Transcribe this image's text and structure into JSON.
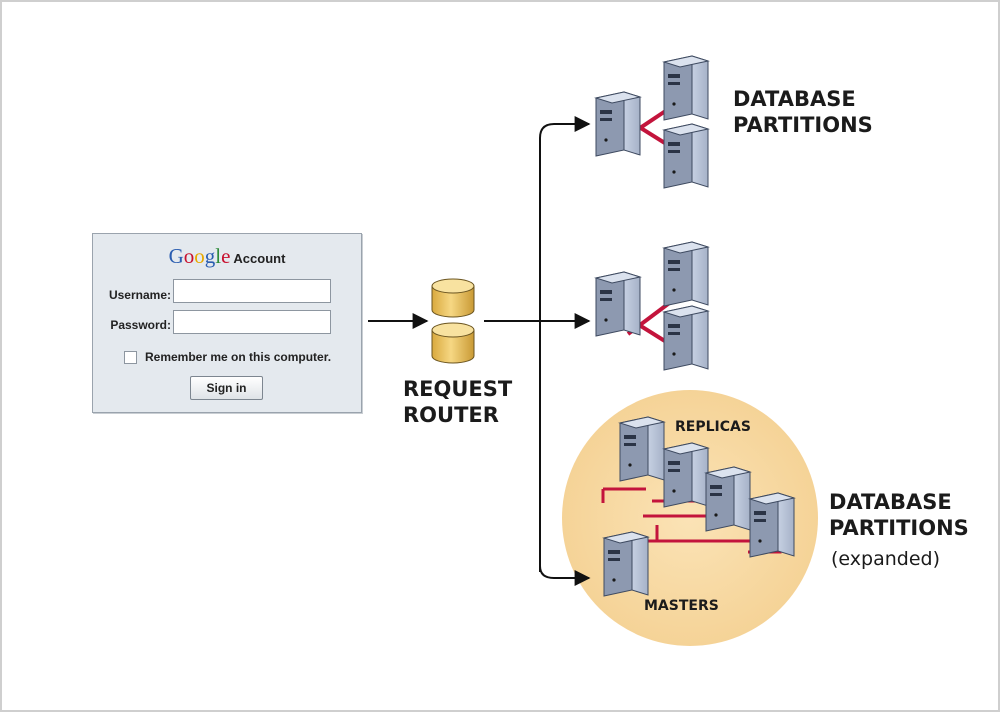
{
  "login": {
    "brand": "Google",
    "brand_suffix": "Account",
    "username_label": "Username:",
    "password_label": "Password:",
    "remember_label": "Remember me on this computer.",
    "signin_label": "Sign in"
  },
  "router": {
    "line1": "REQUEST",
    "line2": "ROUTER"
  },
  "partitions": {
    "top_line1": "DATABASE",
    "top_line2": "PARTITIONS",
    "expanded_line1": "DATABASE",
    "expanded_line2": "PARTITIONS",
    "expanded_note": "(expanded)",
    "replicas_label": "REPLICAS",
    "masters_label": "MASTERS"
  },
  "colors": {
    "google_blue": "#2a5db0",
    "google_red": "#c8102e",
    "google_yellow": "#e8a900",
    "google_green": "#2e8b3a",
    "link_red": "#c3143c",
    "cylinder": "#f2cf73",
    "expanded_circle": "#f8d9a4",
    "server_face": "#b7c2d6",
    "server_side": "#8b97ad"
  }
}
